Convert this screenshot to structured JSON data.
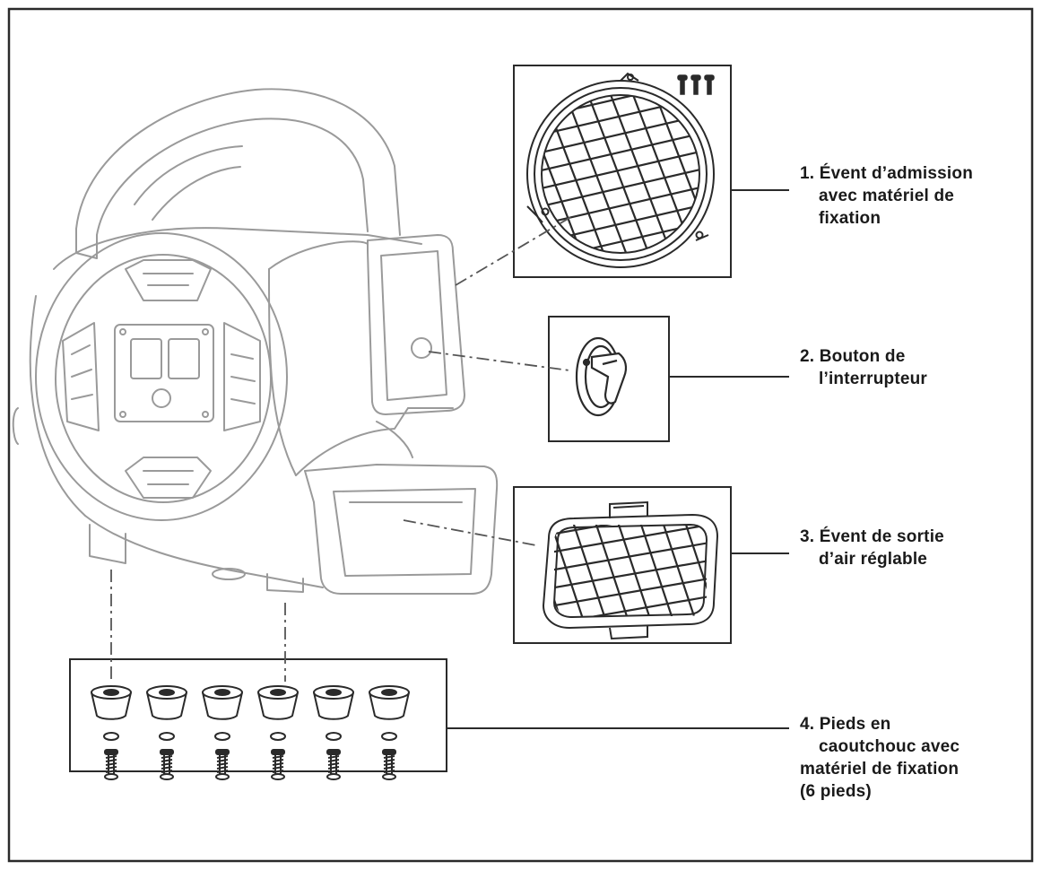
{
  "callouts": [
    {
      "number": "1.",
      "lines": [
        "Évent d’admission",
        "avec matériel de",
        "fixation"
      ]
    },
    {
      "number": "2.",
      "lines": [
        "Bouton de",
        "l’interrupteur"
      ]
    },
    {
      "number": "3.",
      "lines": [
        "Évent de sortie",
        "d’air réglable"
      ]
    },
    {
      "number": "4.",
      "lines": [
        "Pieds en",
        "caoutchouc avec",
        "matériel de fixation",
        "(6 pieds)"
      ]
    }
  ],
  "feet_count": 6,
  "screw_count": 3,
  "colors": {
    "line": "#2a2a2a",
    "faded": "#9a9a9a",
    "background": "#ffffff"
  }
}
